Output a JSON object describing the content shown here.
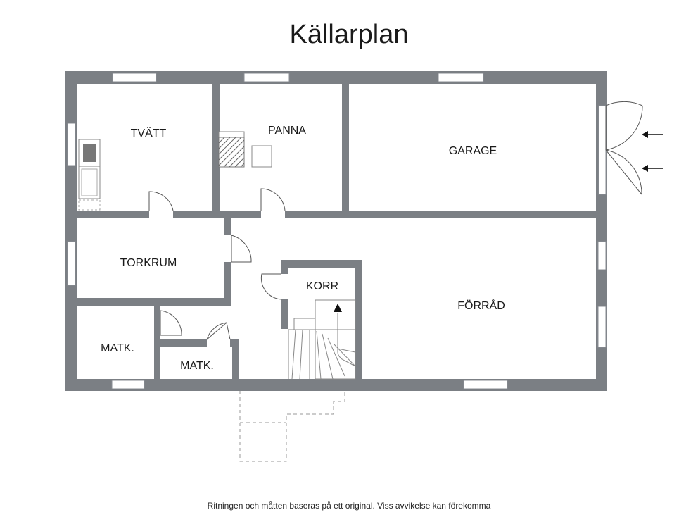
{
  "title": "Källarplan",
  "rooms": {
    "tvatt": "TVÄTT",
    "panna": "PANNA",
    "garage": "GARAGE",
    "torkrum": "TORKRUM",
    "korr": "KORR",
    "forrad": "FÖRRÅD",
    "matk1": "MATK.",
    "matk2": "MATK."
  },
  "footer": "Ritningen och måtten baseras på ett original. Viss avvikelse kan förekomma",
  "colors": {
    "wall": "#7b7f84",
    "background": "#ffffff"
  }
}
